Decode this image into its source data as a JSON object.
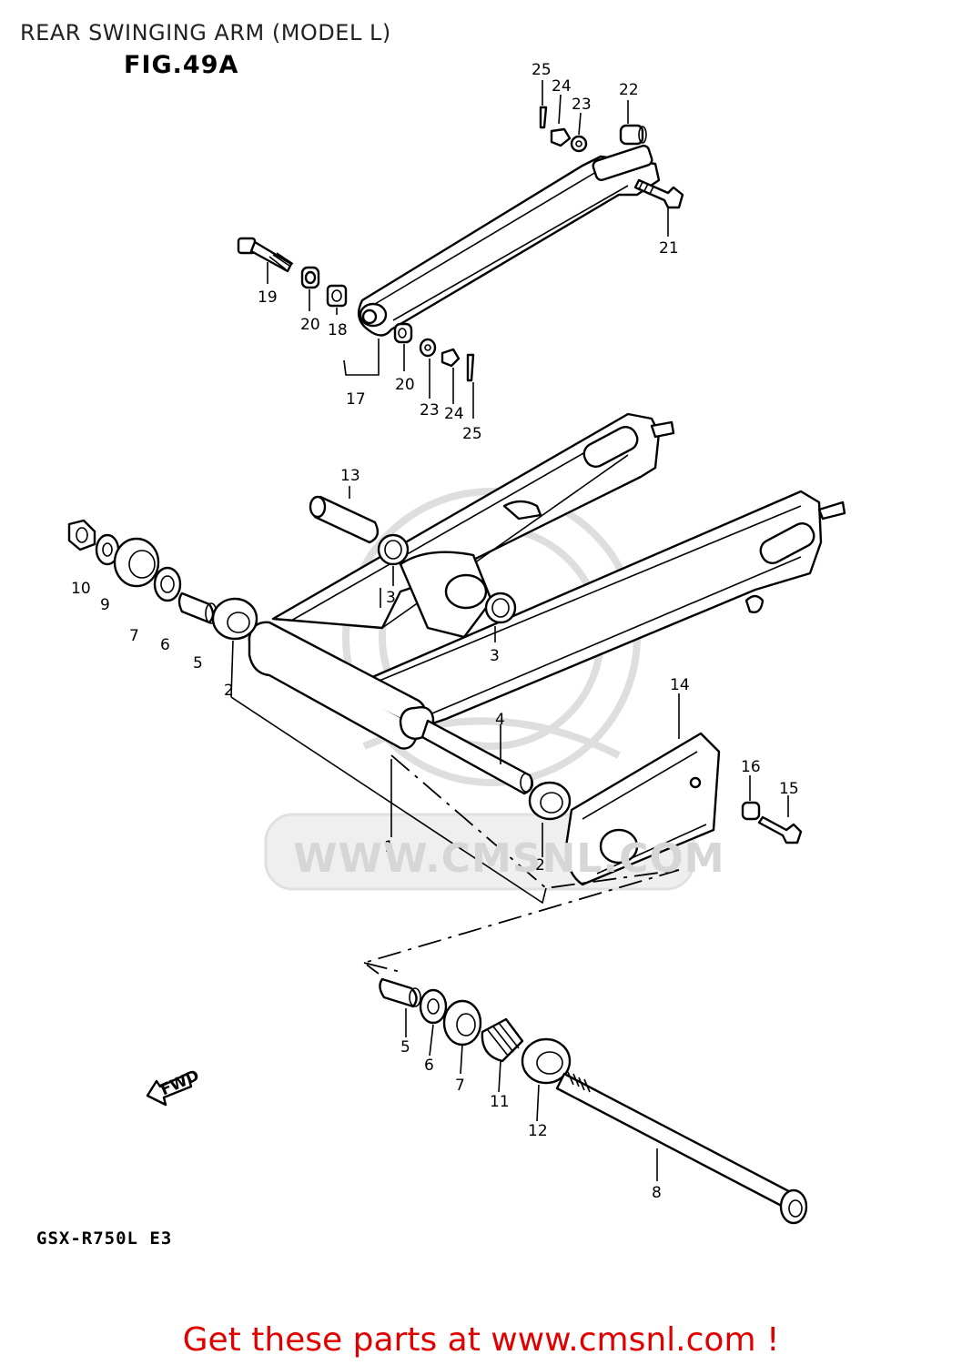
{
  "header": {
    "title": "REAR SWINGING ARM (MODEL L)",
    "figure": "FIG.49A"
  },
  "footer": {
    "model_code": "GSX-R750L E3",
    "cta": "Get these parts at www.cmsnl.com !"
  },
  "watermark": {
    "text": "WWW.CMSNL.COM",
    "logo": "CMS"
  },
  "fwd_arrow": "FWD",
  "callouts": [
    {
      "id": "c25a",
      "label": "25"
    },
    {
      "id": "c24a",
      "label": "24"
    },
    {
      "id": "c23a",
      "label": "23"
    },
    {
      "id": "c22",
      "label": "22"
    },
    {
      "id": "c21",
      "label": "21"
    },
    {
      "id": "c19",
      "label": "19"
    },
    {
      "id": "c20a",
      "label": "20"
    },
    {
      "id": "c18",
      "label": "18"
    },
    {
      "id": "c17",
      "label": "17"
    },
    {
      "id": "c20b",
      "label": "20"
    },
    {
      "id": "c23b",
      "label": "23"
    },
    {
      "id": "c24b",
      "label": "24"
    },
    {
      "id": "c25b",
      "label": "25"
    },
    {
      "id": "c13",
      "label": "13"
    },
    {
      "id": "c10",
      "label": "10"
    },
    {
      "id": "c9",
      "label": "9"
    },
    {
      "id": "c7a",
      "label": "7"
    },
    {
      "id": "c6a",
      "label": "6"
    },
    {
      "id": "c5a",
      "label": "5"
    },
    {
      "id": "c2a",
      "label": "2"
    },
    {
      "id": "c3a",
      "label": "3"
    },
    {
      "id": "c3b",
      "label": "3"
    },
    {
      "id": "c14",
      "label": "14"
    },
    {
      "id": "c4",
      "label": "4"
    },
    {
      "id": "c1",
      "label": "1"
    },
    {
      "id": "c2b",
      "label": "2"
    },
    {
      "id": "c16",
      "label": "16"
    },
    {
      "id": "c15",
      "label": "15"
    },
    {
      "id": "c5b",
      "label": "5"
    },
    {
      "id": "c6b",
      "label": "6"
    },
    {
      "id": "c7b",
      "label": "7"
    },
    {
      "id": "c11",
      "label": "11"
    },
    {
      "id": "c12",
      "label": "12"
    },
    {
      "id": "c8",
      "label": "8"
    }
  ]
}
